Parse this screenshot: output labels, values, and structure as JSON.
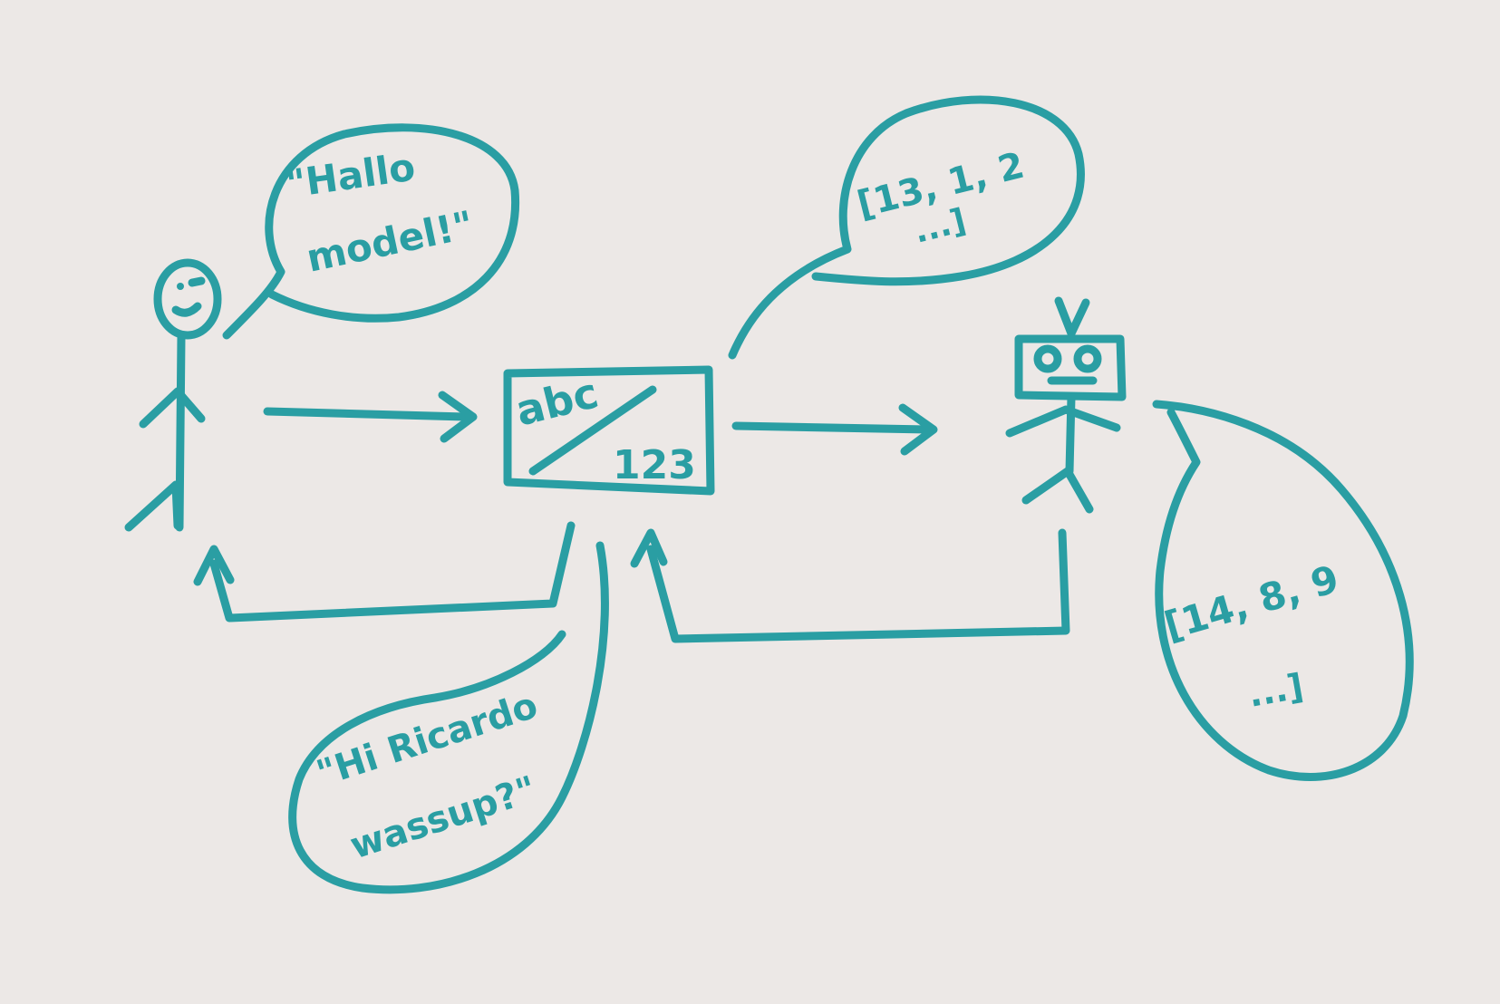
{
  "ink_color": "#2a9ea3",
  "paper_color": "#ece8e6",
  "bubbles": {
    "human_text": {
      "line1": "\"Hallo",
      "line2": "model!\""
    },
    "tokens_out": {
      "line1": "[13, 1, 2",
      "line2": "...]"
    },
    "model_out": {
      "line1": "[14, 8, 9",
      "line2": "...]"
    },
    "reply_text": {
      "line1": "\"Hi Ricardo",
      "line2": "wassup?\""
    }
  },
  "tokenizer_box": {
    "top_left": "abc",
    "bottom_right": "123"
  },
  "icons": [
    "person-icon",
    "robot-icon",
    "tokenizer-icon"
  ]
}
